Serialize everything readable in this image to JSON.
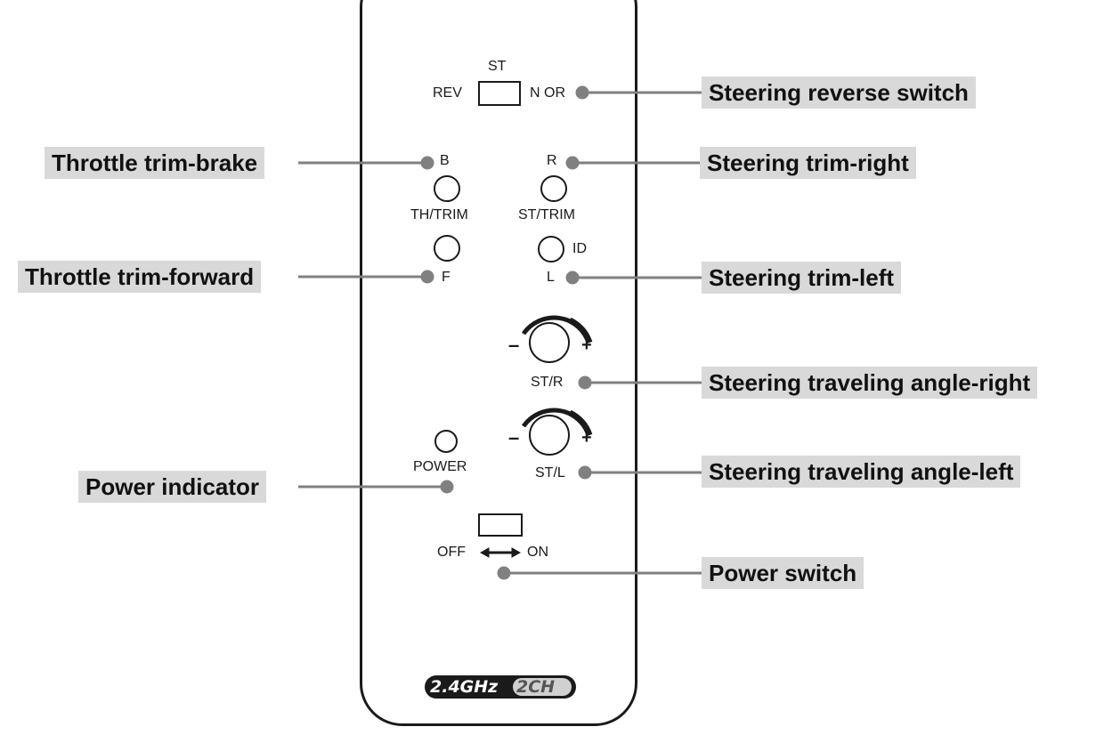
{
  "remote": {
    "st_header": "ST",
    "rev": "REV",
    "nor": "N OR",
    "b": "B",
    "r": "R",
    "th_trim": "TH/TRIM",
    "st_trim": "ST/TRIM",
    "id": "ID",
    "f": "F",
    "l": "L",
    "minus_r": "–",
    "plus_r": "+",
    "st_r": "ST/R",
    "minus_l": "–",
    "plus_l": "+",
    "st_l": "ST/L",
    "power": "POWER",
    "off": "OFF",
    "on": "ON",
    "badge_freq": "2.4GHz",
    "badge_ch": "2CH"
  },
  "callouts": {
    "steering_reverse_switch": "Steering reverse switch",
    "throttle_trim_brake": "Throttle trim-brake",
    "steering_trim_right": "Steering trim-right",
    "throttle_trim_forward": "Throttle trim-forward",
    "steering_trim_left": "Steering trim-left",
    "steering_traveling_angle_right": "Steering traveling angle-right",
    "steering_traveling_angle_left": "Steering traveling angle-left",
    "power_indicator": "Power indicator",
    "power_switch": "Power switch"
  },
  "colors": {
    "callout_bg": "#d9d9d9",
    "leader_line": "#808080",
    "outline": "#1a1a1a"
  }
}
